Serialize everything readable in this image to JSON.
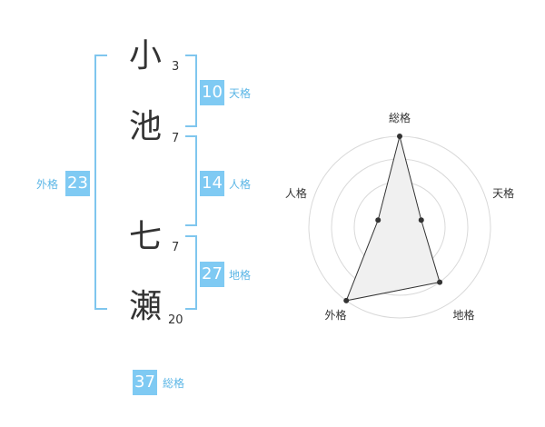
{
  "name": {
    "chars": [
      {
        "char": "小",
        "strokes": "3"
      },
      {
        "char": "池",
        "strokes": "7"
      },
      {
        "char": "七",
        "strokes": "7"
      },
      {
        "char": "瀬",
        "strokes": "20"
      }
    ]
  },
  "fortunes": {
    "tenkaku": {
      "value": "10",
      "label": "天格"
    },
    "jinkaku": {
      "value": "14",
      "label": "人格"
    },
    "chikaku": {
      "value": "27",
      "label": "地格"
    },
    "gaikaku": {
      "value": "23",
      "label": "外格"
    },
    "soukaku": {
      "value": "37",
      "label": "総格"
    }
  },
  "colors": {
    "accent": "#7fcaf3",
    "bracket": "#7fc6ee",
    "label": "#5bb6e6",
    "text": "#333333",
    "radar_fill": "#f0f0f0"
  },
  "chart_data": {
    "type": "radar",
    "axes": [
      "総格",
      "天格",
      "地格",
      "外格",
      "人格"
    ],
    "levels": 4,
    "values": [
      4,
      1,
      3,
      4,
      1
    ],
    "max": 4
  }
}
